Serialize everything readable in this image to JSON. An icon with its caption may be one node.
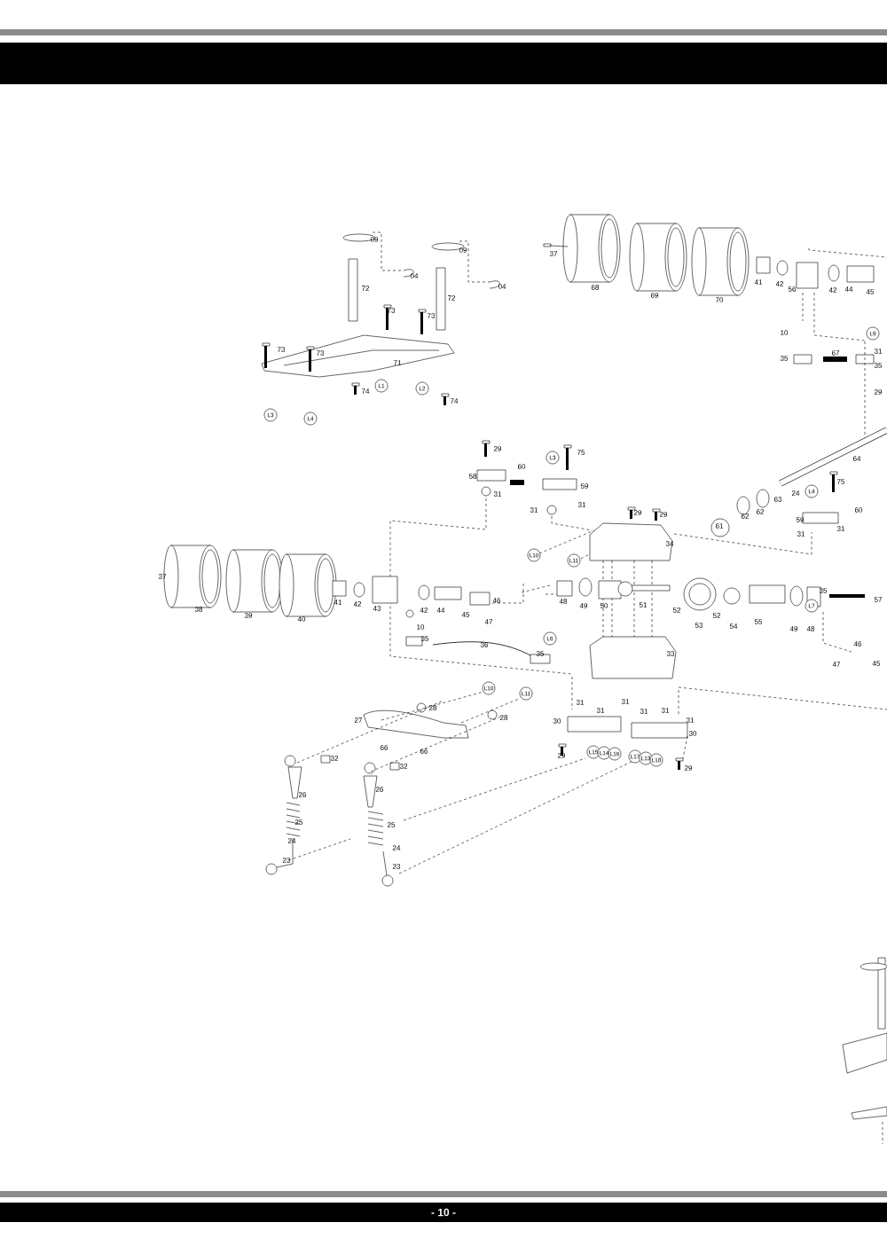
{
  "diagram": {
    "labels": [
      "09",
      "09",
      "72",
      "04",
      "72",
      "04",
      "73",
      "73",
      "73",
      "73",
      "71",
      "74",
      "74",
      "L1",
      "L2",
      "L3",
      "L4",
      "37",
      "68",
      "69",
      "70",
      "41",
      "42",
      "56",
      "42",
      "44",
      "45",
      "10",
      "L9",
      "35",
      "67",
      "31",
      "35",
      "29",
      "64",
      "24",
      "29",
      "58",
      "60",
      "31",
      "75",
      "L3",
      "59",
      "31",
      "31",
      "29",
      "29",
      "61",
      "62",
      "62",
      "63",
      "75",
      "L4",
      "59",
      "60",
      "31",
      "31",
      "34",
      "L10",
      "L11",
      "37",
      "38",
      "39",
      "40",
      "41",
      "42",
      "43",
      "42",
      "44",
      "45",
      "46",
      "47",
      "10",
      "35",
      "36",
      "35",
      "L6",
      "48",
      "49",
      "50",
      "51",
      "52",
      "53",
      "52",
      "54",
      "55",
      "49",
      "48",
      "L7",
      "35",
      "57",
      "33",
      "46",
      "47",
      "45",
      "L10",
      "L11",
      "28",
      "28",
      "27",
      "66",
      "66",
      "32",
      "32",
      "26",
      "26",
      "25",
      "25",
      "24",
      "24",
      "23",
      "23",
      "31",
      "31",
      "30",
      "31",
      "31",
      "31",
      "31",
      "30",
      "29",
      "29",
      "L15",
      "L14",
      "L16",
      "L17",
      "L13",
      "L18",
      "- 10 -"
    ]
  }
}
